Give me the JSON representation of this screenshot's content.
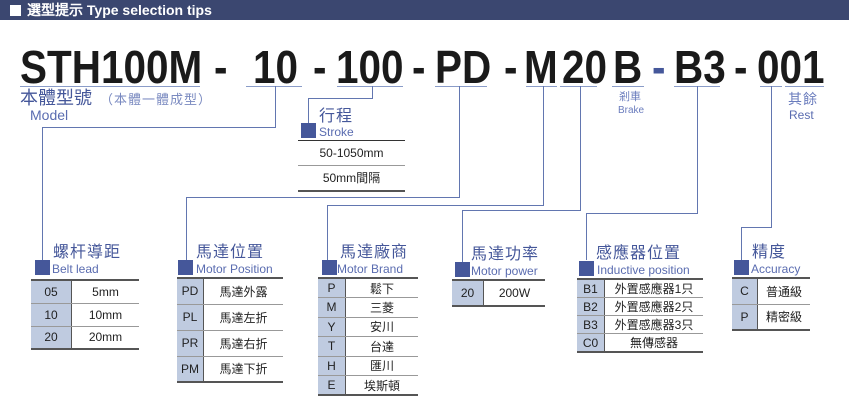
{
  "header": {
    "title": "選型提示 Type selection tips"
  },
  "code": {
    "model": "STH100M",
    "lead": "10",
    "stroke": "100",
    "position": "PD",
    "brand": "M",
    "power": "20",
    "brake": "B",
    "sensor": "B3",
    "rest": "001",
    "dash": "-"
  },
  "labels": {
    "model_zh": "本體型號",
    "model_note": "（本體一體成型）",
    "model_en": "Model",
    "stroke_zh": "行程",
    "stroke_en": "Stroke",
    "brake_zh": "剎車",
    "brake_en": "Brake",
    "rest_zh": "其餘",
    "rest_en": "Rest",
    "lead_zh": "螺杆導距",
    "lead_en": "Belt lead",
    "pos_zh": "馬達位置",
    "pos_en": "Motor Position",
    "brand_zh": "馬達廠商",
    "brand_en": "Motor Brand",
    "power_zh": "馬達功率",
    "power_en": "Motor power",
    "sensor_zh": "感應器位置",
    "sensor_en": "Inductive position",
    "acc_zh": "精度",
    "acc_en": "Accuracy"
  },
  "tables": {
    "stroke": [
      [
        "50-1050mm"
      ],
      [
        "50mm間隔"
      ]
    ],
    "lead": [
      [
        "05",
        "5mm"
      ],
      [
        "10",
        "10mm"
      ],
      [
        "20",
        "20mm"
      ]
    ],
    "pos": [
      [
        "PD",
        "馬達外露"
      ],
      [
        "PL",
        "馬達左折"
      ],
      [
        "PR",
        "馬達右折"
      ],
      [
        "PM",
        "馬達下折"
      ]
    ],
    "brand": [
      [
        "P",
        "鬆下"
      ],
      [
        "M",
        "三菱"
      ],
      [
        "Y",
        "安川"
      ],
      [
        "T",
        "台達"
      ],
      [
        "H",
        "匯川"
      ],
      [
        "E",
        "埃斯頓"
      ]
    ],
    "power": [
      [
        "20",
        "200W"
      ]
    ],
    "sensor": [
      [
        "B1",
        "外置感應器1只"
      ],
      [
        "B2",
        "外置感應器2只"
      ],
      [
        "B3",
        "外置感應器3只"
      ],
      [
        "C0",
        "無傳感器"
      ]
    ],
    "acc": [
      [
        "C",
        "普通級"
      ],
      [
        "P",
        "精密級"
      ]
    ]
  },
  "colors": {
    "header": "#3b4770",
    "accent": "#45579a",
    "cell": "#bfcbe0"
  }
}
